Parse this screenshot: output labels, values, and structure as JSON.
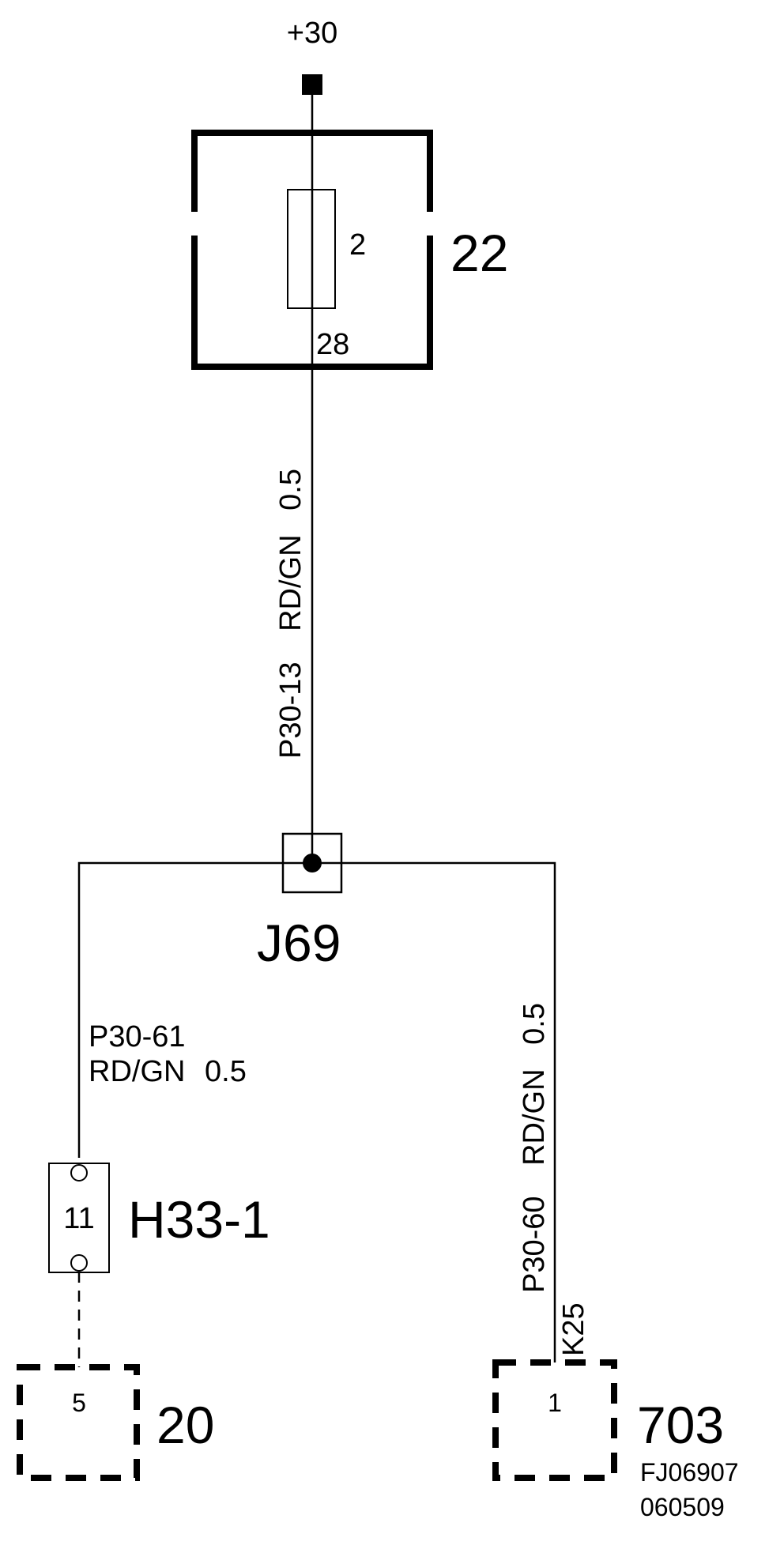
{
  "supply": {
    "label": "+30"
  },
  "fuse_box": {
    "id": "22",
    "fuse_number": "2",
    "pin_label": "28"
  },
  "wire_main": {
    "code": "P30-13",
    "color": "RD/GN",
    "size": "0.5"
  },
  "junction": {
    "id": "J69"
  },
  "wire_left": {
    "code": "P30-61",
    "color": "RD/GN",
    "size": "0.5"
  },
  "wire_right": {
    "code": "P30-60",
    "color": "RD/GN",
    "size": "0.5"
  },
  "connector": {
    "id": "H33-1",
    "pin": "11"
  },
  "component_left": {
    "id": "20",
    "pin": "5"
  },
  "component_right": {
    "id": "703",
    "pin": "1",
    "terminal": "K25"
  },
  "footer": {
    "drawing_code": "FJ06907",
    "date_code": "060509"
  }
}
